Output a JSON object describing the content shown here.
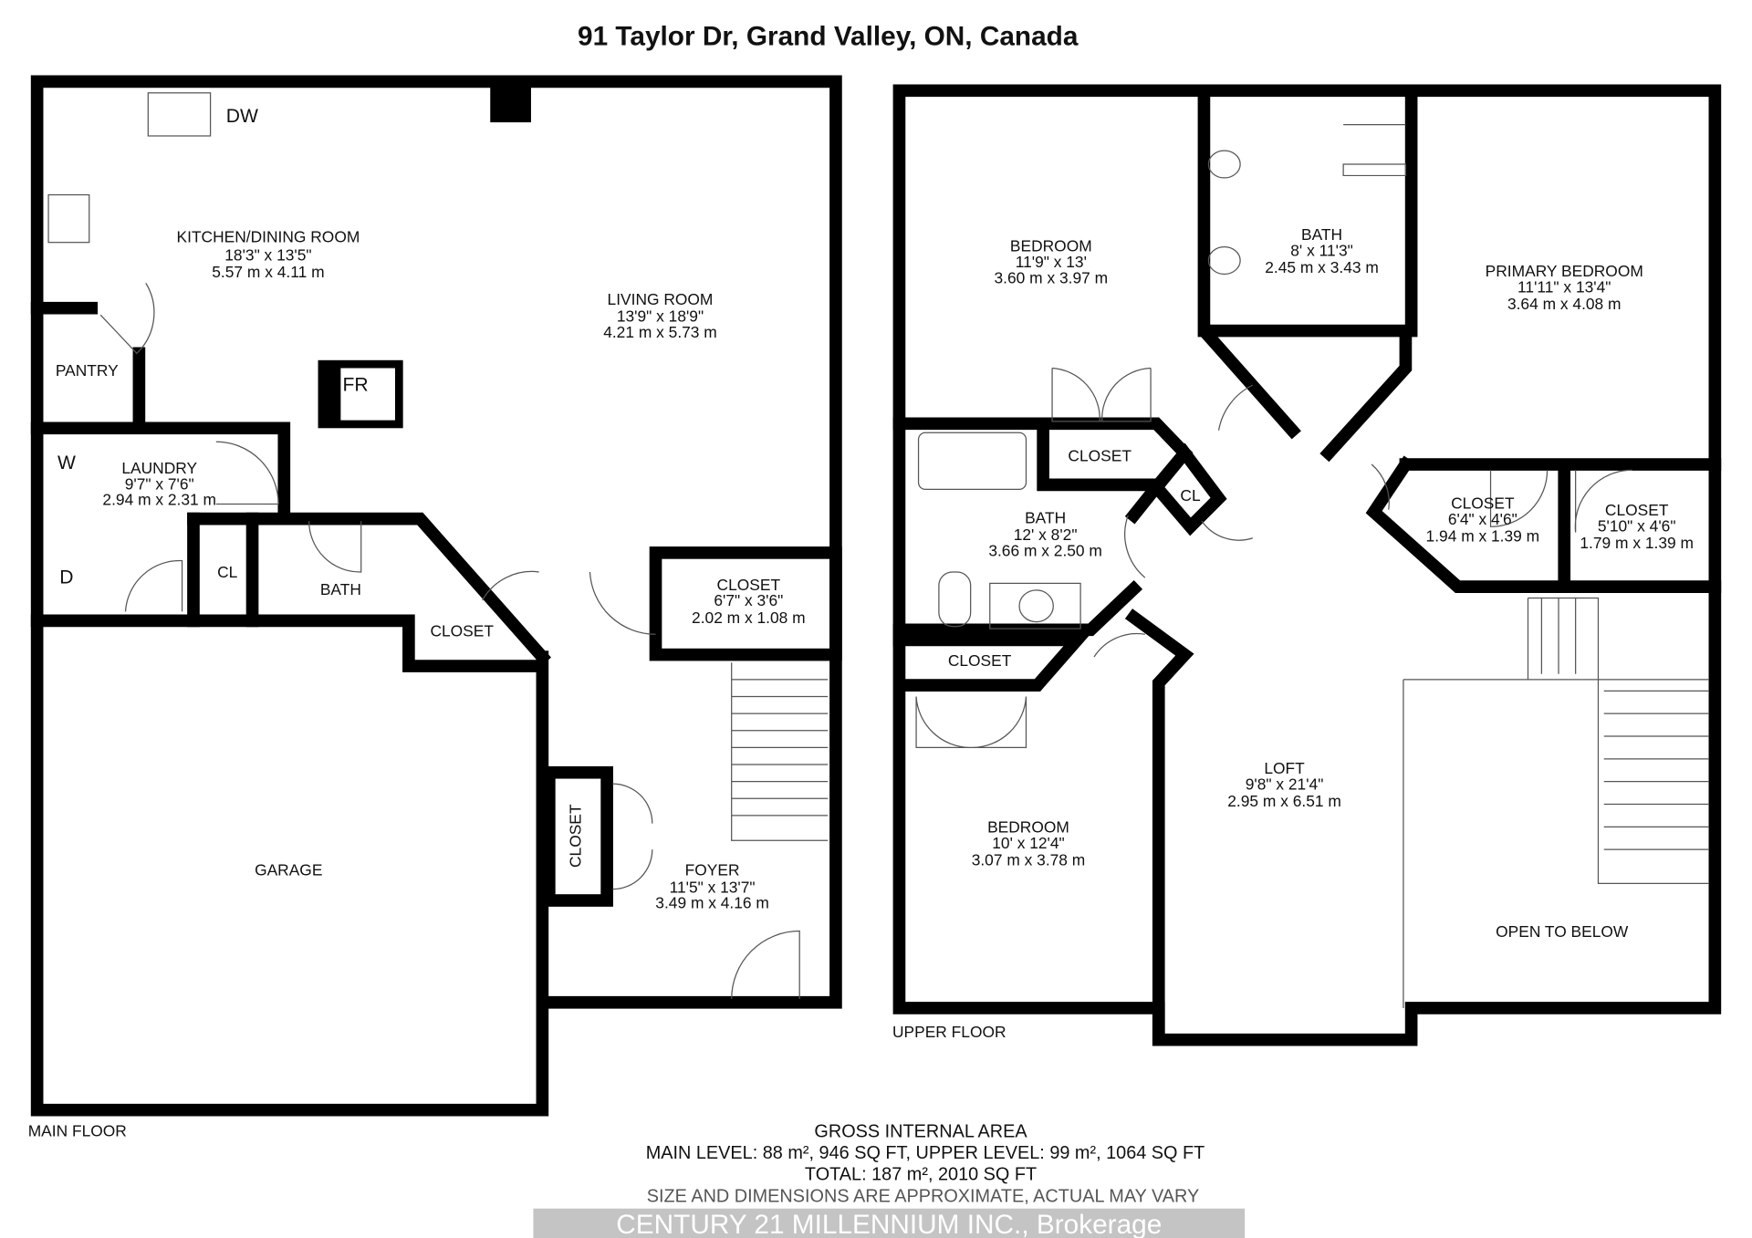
{
  "title": "91 Taylor Dr, Grand Valley, ON, Canada",
  "main_floor": {
    "label": "MAIN FLOOR",
    "rooms": [
      {
        "name": "KITCHEN/DINING ROOM",
        "imperial": "18'3\" x 13'5\"",
        "metric": "5.57 m x 4.11 m"
      },
      {
        "name": "LIVING ROOM",
        "imperial": "13'9\" x 18'9\"",
        "metric": "4.21 m x 5.73 m"
      },
      {
        "name": "LAUNDRY",
        "imperial": "9'7\" x 7'6\"",
        "metric": "2.94 m x 2.31 m"
      },
      {
        "name": "CLOSET",
        "imperial": "6'7\" x 3'6\"",
        "metric": "2.02 m x 1.08 m"
      },
      {
        "name": "FOYER",
        "imperial": "11'5\" x 13'7\"",
        "metric": "3.49 m x 4.16 m"
      },
      {
        "name": "GARAGE"
      },
      {
        "name": "PANTRY"
      },
      {
        "name": "BATH"
      },
      {
        "name": "CL"
      },
      {
        "name": "CLOSET"
      },
      {
        "name": "CLOSET"
      }
    ],
    "fixtures": {
      "dw": "DW",
      "fr": "FR",
      "w": "W",
      "d": "D"
    }
  },
  "upper_floor": {
    "label": "UPPER FLOOR",
    "rooms": [
      {
        "name": "BEDROOM",
        "imperial": "11'9\" x 13'",
        "metric": "3.60 m x 3.97 m"
      },
      {
        "name": "BATH",
        "imperial": "8' x 11'3\"",
        "metric": "2.45 m x 3.43 m"
      },
      {
        "name": "PRIMARY BEDROOM",
        "imperial": "11'11\" x 13'4\"",
        "metric": "3.64 m x 4.08 m"
      },
      {
        "name": "BATH",
        "imperial": "12' x 8'2\"",
        "metric": "3.66 m x 2.50 m"
      },
      {
        "name": "CLOSET",
        "imperial": "6'4\" x 4'6\"",
        "metric": "1.94 m x 1.39 m"
      },
      {
        "name": "CLOSET",
        "imperial": "5'10\" x 4'6\"",
        "metric": "1.79 m x 1.39 m"
      },
      {
        "name": "LOFT",
        "imperial": "9'8\" x 21'4\"",
        "metric": "2.95 m x 6.51 m"
      },
      {
        "name": "BEDROOM",
        "imperial": "10' x 12'4\"",
        "metric": "3.07 m x 3.78 m"
      },
      {
        "name": "OPEN TO BELOW"
      },
      {
        "name": "CLOSET"
      },
      {
        "name": "CL"
      },
      {
        "name": "CLOSET"
      }
    ]
  },
  "footer": {
    "heading": "GROSS INTERNAL AREA",
    "levels": "MAIN LEVEL: 88 m², 946 SQ FT, UPPER LEVEL: 99 m², 1064 SQ FT",
    "total": "TOTAL: 187 m², 2010 SQ FT",
    "disclaimer": "SIZE AND DIMENSIONS ARE APPROXIMATE, ACTUAL MAY VARY",
    "watermark": "CENTURY 21 MILLENNIUM INC., Brokerage"
  }
}
